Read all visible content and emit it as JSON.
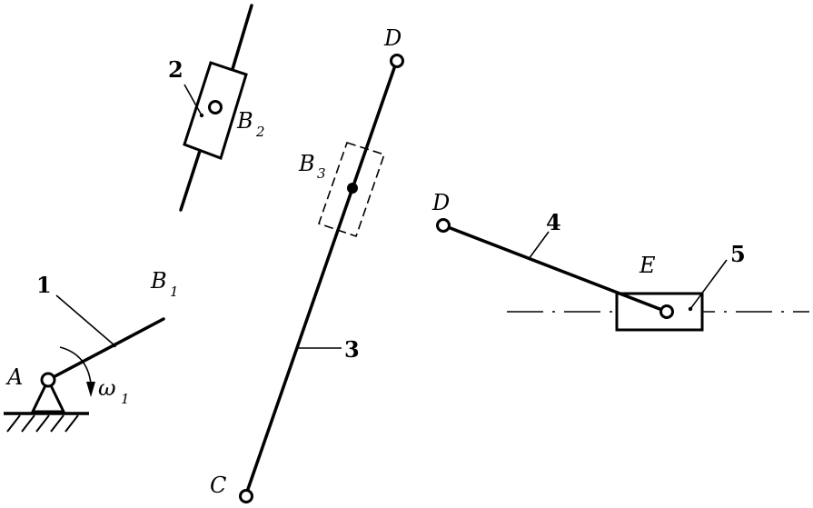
{
  "labels": {
    "point_a": "A",
    "point_b1": "B",
    "sub_b1": "1",
    "point_b2": "B",
    "sub_b2": "2",
    "point_b3": "B",
    "sub_b3": "3",
    "point_c": "C",
    "point_d_link3": "D",
    "point_d_link4": "D",
    "point_e": "E",
    "omega": "ω",
    "omega_sub": "1"
  },
  "members": {
    "link_1": "1",
    "link_2": "2",
    "link_3": "3",
    "link_4": "4",
    "link_5": "5"
  }
}
